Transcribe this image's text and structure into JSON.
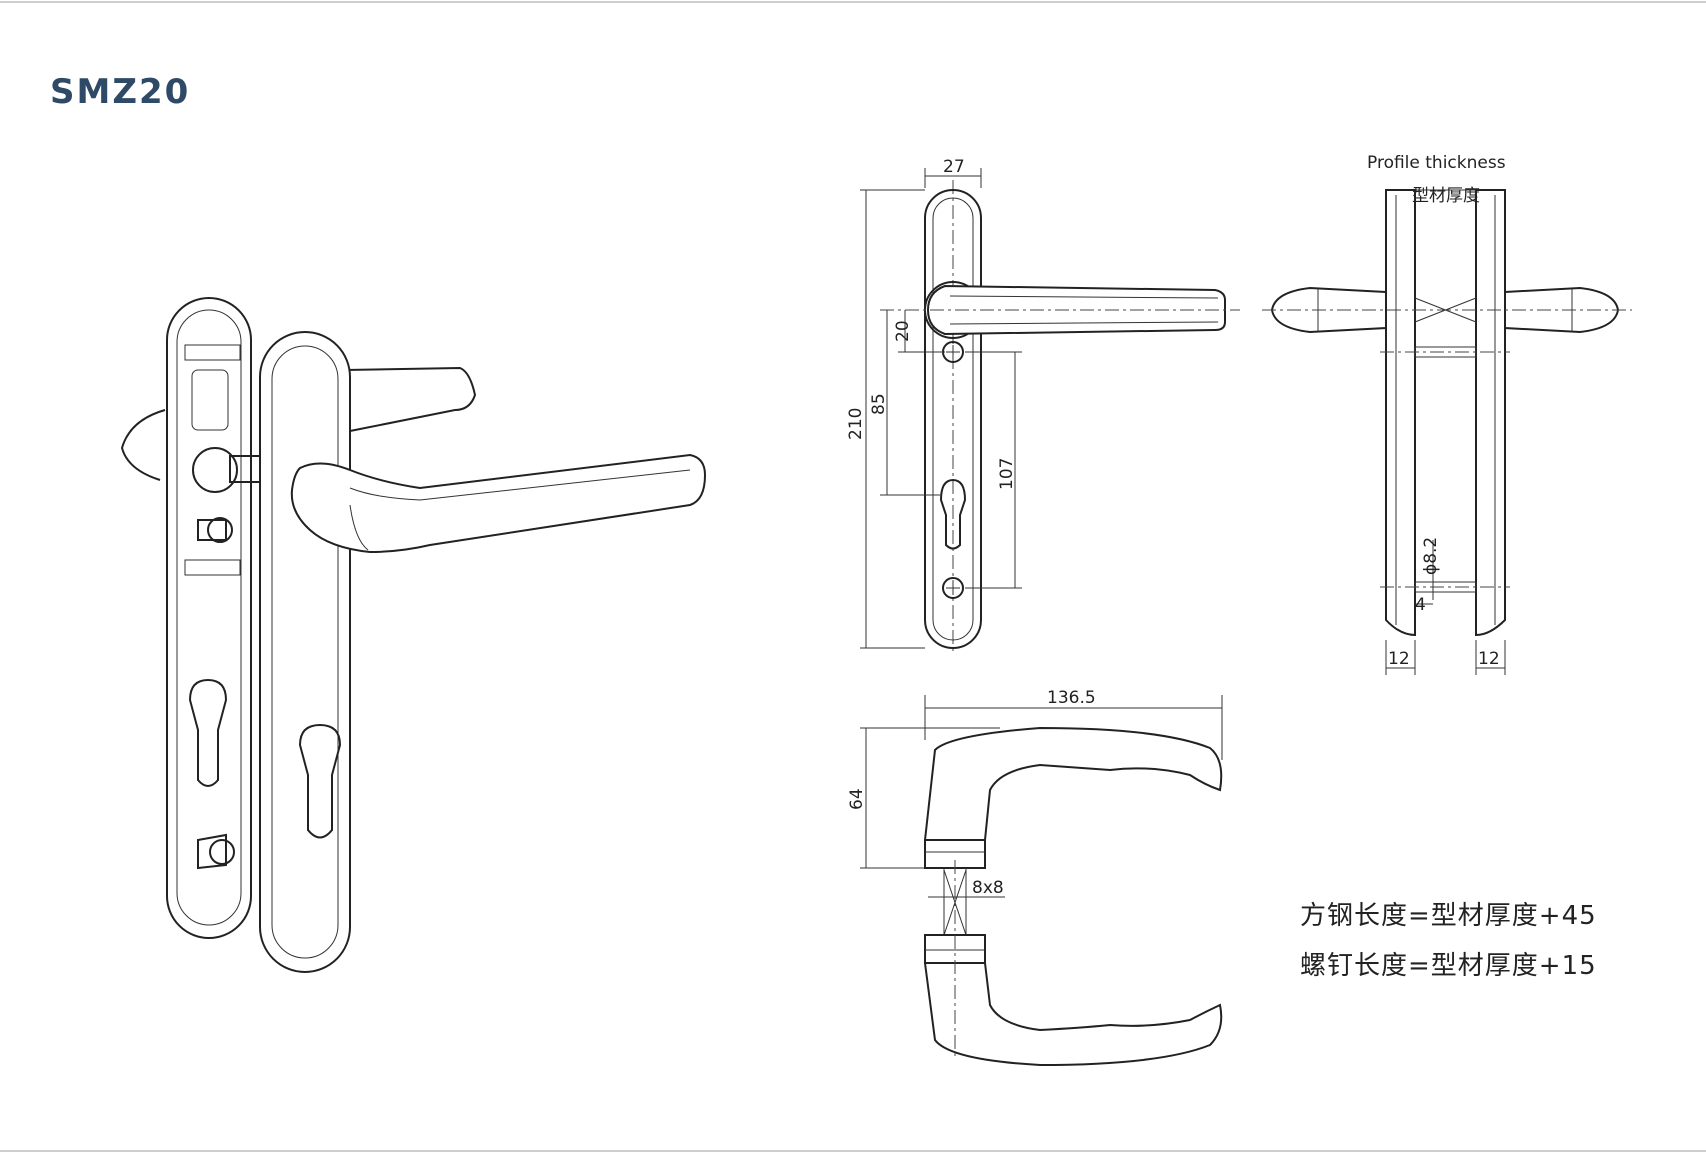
{
  "title": "SMZ20",
  "front_view": {
    "dim_width": "27",
    "dim_total_height": "210",
    "dim_spindle_to_screw": "20",
    "dim_spindle_to_cylinder": "85",
    "dim_screw_spacing": "107"
  },
  "side_view": {
    "label_en": "Profile thickness",
    "label_cn": "型材厚度",
    "dim_screw_diameter": "ϕ8.2",
    "dim_screw_offset": "4",
    "dim_left_plate": "12",
    "dim_right_plate": "12"
  },
  "handle_view": {
    "dim_length": "136.5",
    "dim_height": "64",
    "dim_spindle": "8x8"
  },
  "notes": [
    "方钢长度=型材厚度+45",
    "螺钉长度=型材厚度+15"
  ]
}
